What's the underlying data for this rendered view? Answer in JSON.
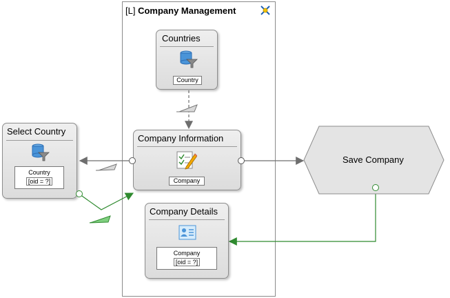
{
  "page": {
    "tag": "[L]",
    "name": "Company Management"
  },
  "units": {
    "countries": {
      "title": "Countries",
      "entity": "Country",
      "icon": "database-filter-icon"
    },
    "select_country": {
      "title": "Select Country",
      "entity": "Country",
      "condition": "[oid = ?]",
      "icon": "database-filter-icon"
    },
    "company_information": {
      "title": "Company Information",
      "entity": "Company",
      "icon": "entry-form-icon"
    },
    "company_details": {
      "title": "Company Details",
      "entity": "Company",
      "condition": "[oid = ?]",
      "icon": "data-card-icon"
    }
  },
  "operation": {
    "label": "Save Company"
  },
  "colors": {
    "normal_link": "#6e6e6e",
    "ok_link": "#2f8a2f",
    "unit_fill": "#e4e4e4",
    "operation_fill": "#e4e4e4"
  }
}
